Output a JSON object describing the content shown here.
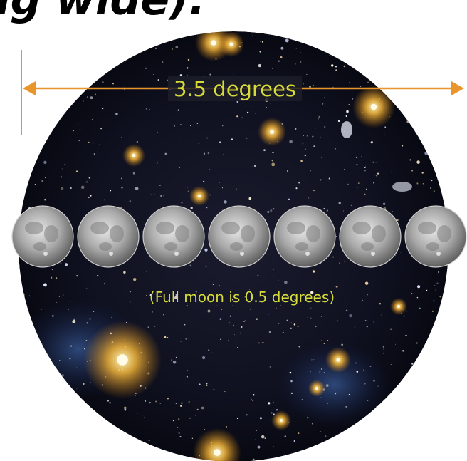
{
  "title_fragment": "ig wide).",
  "labels": {
    "field_width": "3.5 degrees",
    "moon_note": "(Full moon is 0.5 degrees)"
  },
  "colors": {
    "arrow": "#e8952c",
    "label_text": "#d6db3a",
    "sky": "#0d0f1c",
    "page_background": "#ffffff"
  },
  "moon_count": 7
}
